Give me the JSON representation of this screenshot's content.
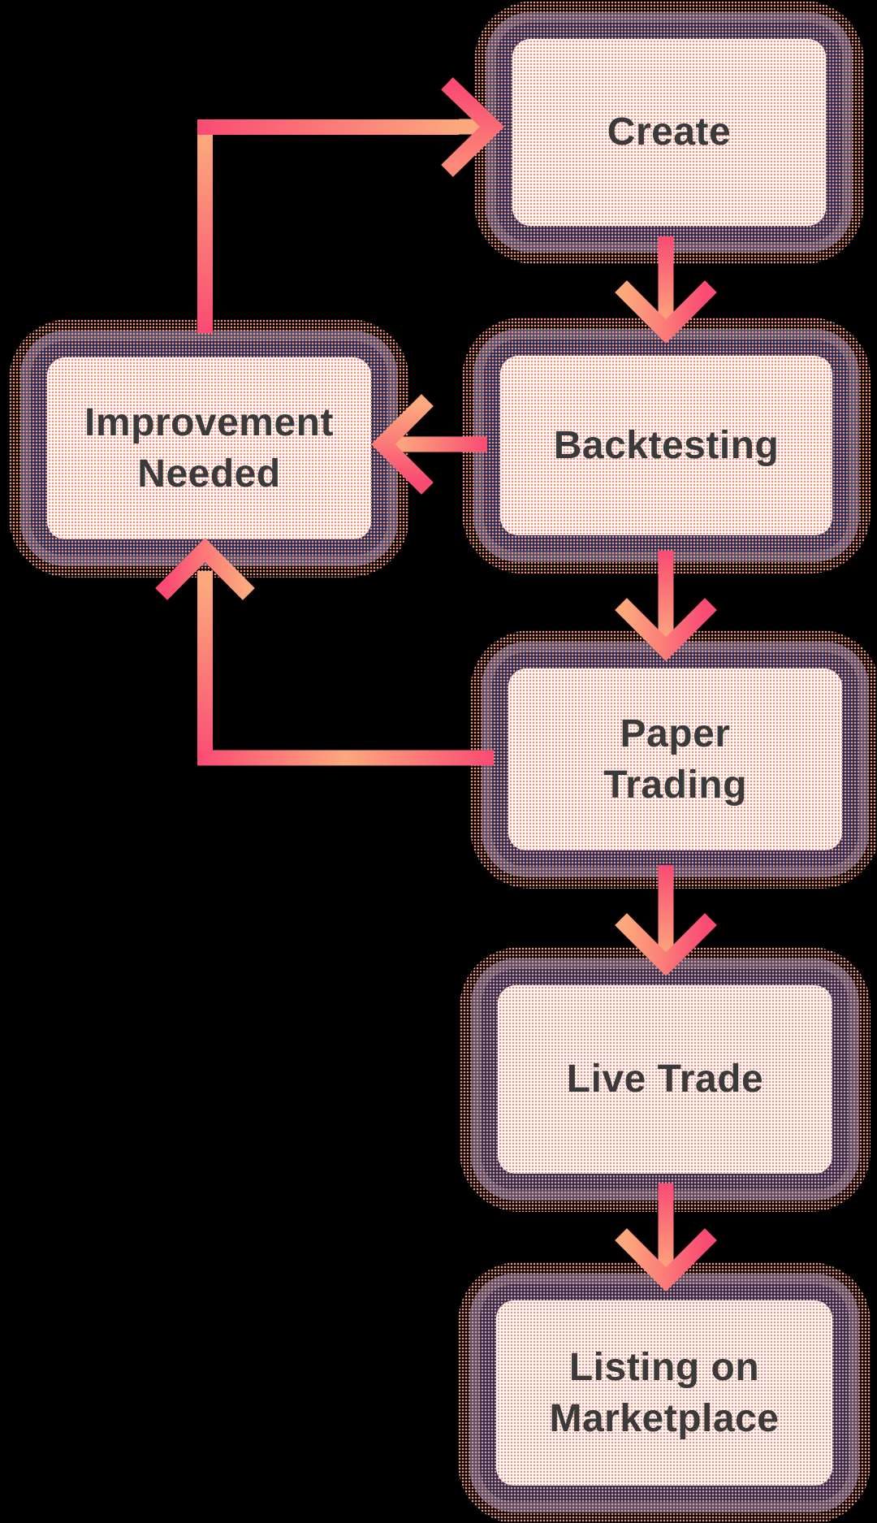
{
  "diagram": {
    "type": "flowchart",
    "background_color": "#000000",
    "colors": {
      "node_fill": "#ffffff",
      "node_border_inner": "#202b57",
      "node_border_outer": "#4a4e70",
      "node_text": "#3a3a3a",
      "arrow_pink": "#fa4b73",
      "arrow_salmon": "#fca87d",
      "halftone_dots": "#ed9480"
    },
    "nodes": [
      {
        "id": "create",
        "label": "Create"
      },
      {
        "id": "backtesting",
        "label": "Backtesting"
      },
      {
        "id": "improvement-needed",
        "label": "Improvement\nNeeded"
      },
      {
        "id": "paper-trading",
        "label": "Paper\nTrading"
      },
      {
        "id": "live-trade",
        "label": "Live Trade"
      },
      {
        "id": "listing-marketplace",
        "label": "Listing on\nMarketplace"
      }
    ],
    "edges": [
      {
        "from": "create",
        "to": "backtesting"
      },
      {
        "from": "backtesting",
        "to": "improvement-needed"
      },
      {
        "from": "backtesting",
        "to": "paper-trading"
      },
      {
        "from": "paper-trading",
        "to": "improvement-needed"
      },
      {
        "from": "improvement-needed",
        "to": "create"
      },
      {
        "from": "paper-trading",
        "to": "live-trade"
      },
      {
        "from": "live-trade",
        "to": "listing-marketplace"
      }
    ]
  }
}
